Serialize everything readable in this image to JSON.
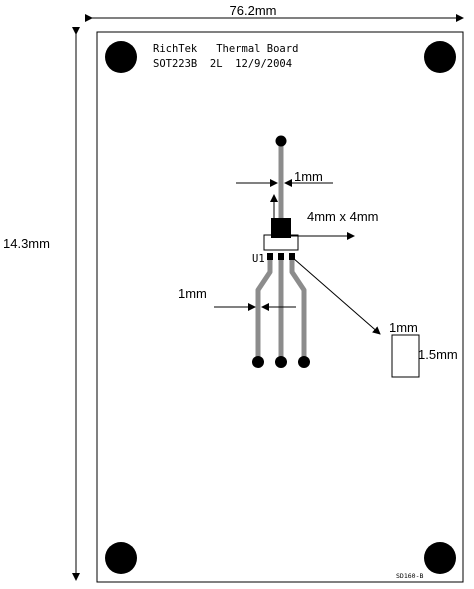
{
  "dimensions": {
    "width": "76.2mm",
    "height": "14.3mm"
  },
  "board": {
    "title_line1": "RichTek   Thermal Board",
    "title_line2": "SOT223B  2L  12/9/2004",
    "component_label": "U1",
    "part_code": "SD160-B",
    "trace_color": "#8c8c8c",
    "copper_color": "#000000"
  },
  "annotations": {
    "trace_width_top": "1mm",
    "pad_size": "4mm x 4mm",
    "trace_width_left": "1mm",
    "pad_detail_width": "1mm",
    "pad_detail_height": "1.5mm"
  }
}
